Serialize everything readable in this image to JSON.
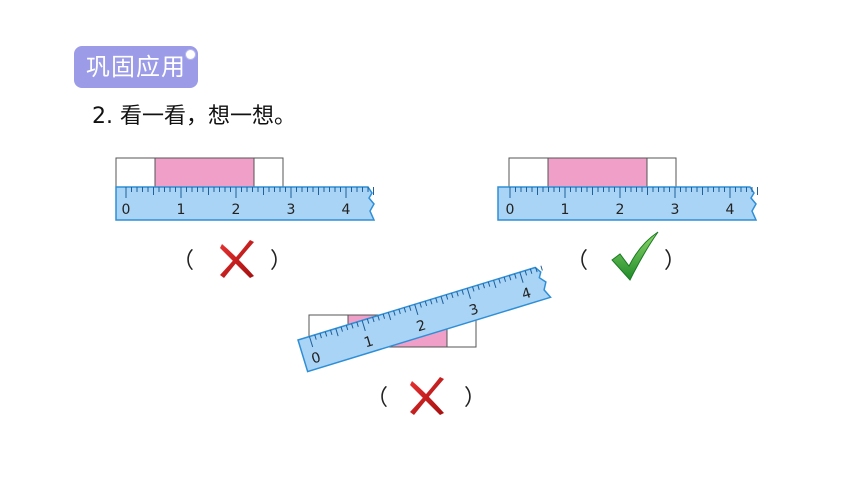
{
  "section_tag": "巩固应用",
  "question": "2. 看一看，想一想。",
  "paren_open": "（",
  "paren_close": "）",
  "ruler_labels": [
    "0",
    "1",
    "2",
    "3",
    "4"
  ],
  "rows": [
    {
      "id": "left",
      "mark": "cross",
      "mark_icon": "cross-icon",
      "measured_color": "#f0a0c8"
    },
    {
      "id": "right",
      "mark": "check",
      "mark_icon": "check-icon",
      "measured_color": "#f0a0c8"
    },
    {
      "id": "bottom",
      "mark": "cross",
      "mark_icon": "cross-icon",
      "measured_color": "#f0a0c8"
    }
  ],
  "colors": {
    "tag_bg": "#9b9be8",
    "ruler_fill": "#a9d4f5",
    "ruler_edge": "#2f8fd6",
    "cross": "#cc1a1a",
    "check": "#2e9e2e"
  }
}
